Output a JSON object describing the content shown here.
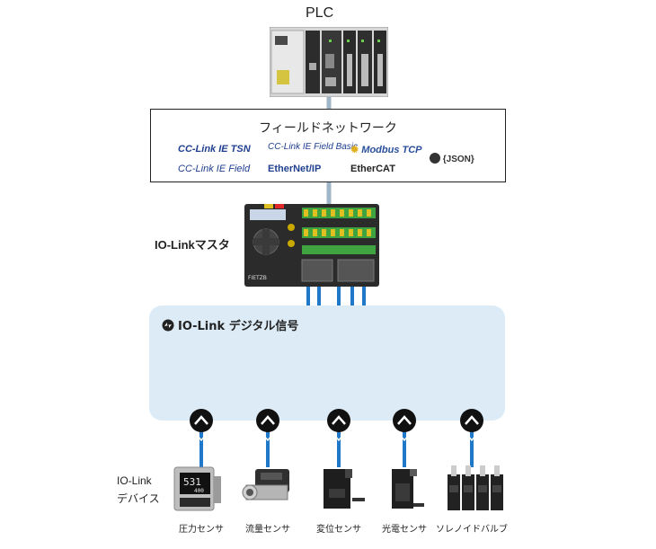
{
  "plc": {
    "title": "PLC"
  },
  "field_network": {
    "title": "フィールドネットワーク",
    "logos": {
      "cclink_tsn": "CC-Link IE TSN",
      "cclink_field_basic": "CC-Link IE Field Basic",
      "modbus_tcp": "Modbus TCP",
      "json": "{JSON}",
      "cclink_field": "CC-Link IE Field",
      "ethernet_ip": "EtherNet/IP",
      "ethercat": "EtherCAT"
    }
  },
  "master": {
    "label": "IO-Linkマスタ",
    "brand": "FIETZB"
  },
  "signal": {
    "label": "IO-Link デジタル信号"
  },
  "devices": {
    "group_label_line1": "IO-Link",
    "group_label_line2": "デバイス",
    "items": [
      {
        "label": "圧力センサ",
        "display_top": "531",
        "display_bottom": "400"
      },
      {
        "label": "流量センサ"
      },
      {
        "label": "変位センサ"
      },
      {
        "label": "光電センサ"
      },
      {
        "label": "ソレノイドバルブ"
      }
    ]
  },
  "colors": {
    "wire": "#1f78c8",
    "signal_area": "#dcebf6",
    "plc_link": "#9fb6c9"
  }
}
